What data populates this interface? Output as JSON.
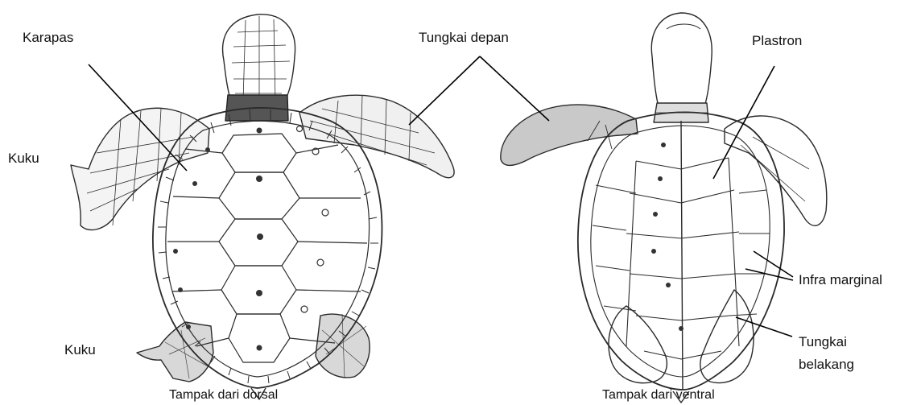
{
  "labels": {
    "karapas": "Karapas",
    "tungkai_depan": "Tungkai depan",
    "plastron": "Plastron",
    "kuku_top": "Kuku",
    "kuku_bottom": "Kuku",
    "infra_marginal": "Infra marginal",
    "tungkai_belakang_1": "Tungkai",
    "tungkai_belakang_2": "belakang"
  },
  "captions": {
    "dorsal": "Tampak dari dorsal",
    "ventral": "Tampak dari ventral"
  },
  "colors": {
    "ink": "#2a2a2a",
    "shade": "#c9c9c9",
    "dark_shade": "#555555",
    "leader": "#000000"
  }
}
